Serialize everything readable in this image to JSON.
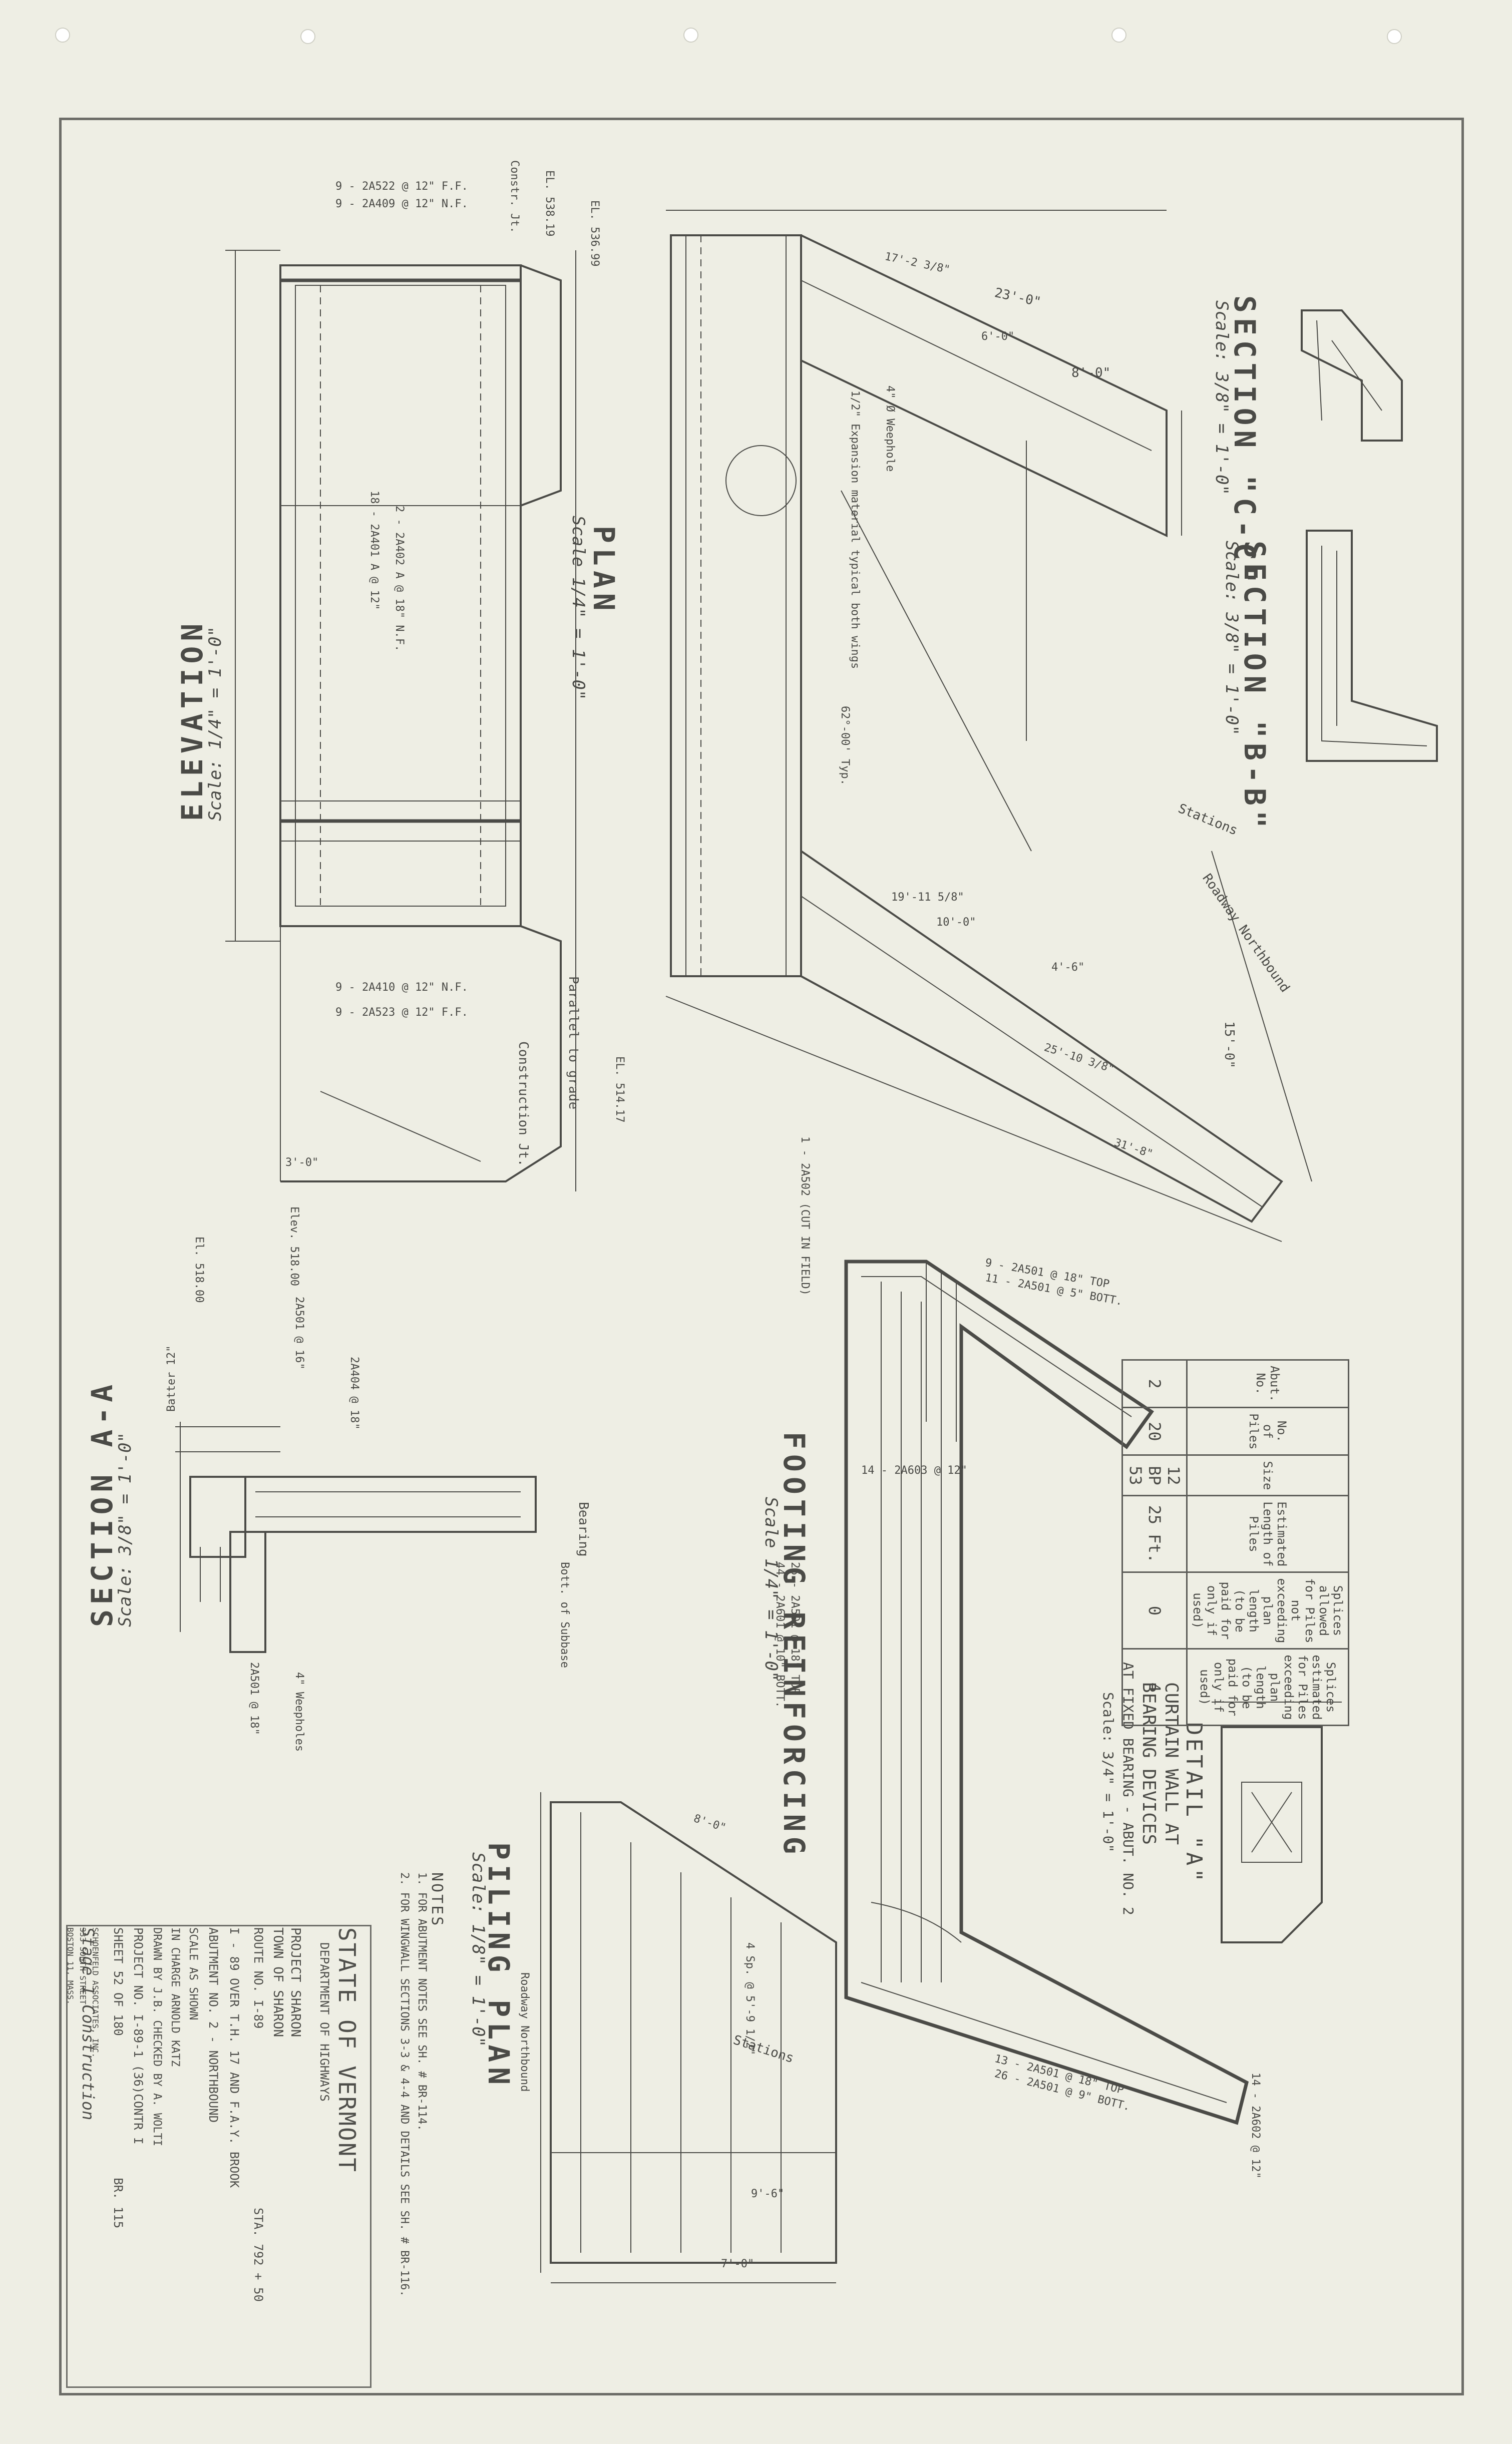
{
  "sheet": {
    "stamp": "Stage 1 Construction"
  },
  "title_block": {
    "state": "STATE OF VERMONT",
    "department": "DEPARTMENT OF HIGHWAYS",
    "project": "PROJECT  SHARON",
    "town": "TOWN OF  SHARON",
    "route": "ROUTE NO. I-89",
    "station": "STA.  792 + 50",
    "description": "I - 89  OVER  T.H. 17  AND  F.A.Y.  BROOK",
    "structure": "ABUTMENT NO. 2 - NORTHBOUND",
    "scale": "SCALE     AS SHOWN",
    "in_charge": "IN CHARGE     ARNOLD KATZ",
    "drawn": "DRAWN BY  J.B.    CHECKED BY  A. WOLTI",
    "project_no": "PROJECT NO.  I-89-1 (36)CONTR I",
    "sheet_no": "SHEET  52  OF  180",
    "br": "BR.  115",
    "consultant": [
      "SCHOENFELD ASSOCIATES, INC.",
      "333 SOUTH STREET",
      "BOSTON 11, MASS."
    ]
  },
  "views": {
    "elevation": {
      "title": "ELEVATION",
      "scale": "Scale: 1/4\" = 1'-0\""
    },
    "plan": {
      "title": "PLAN",
      "scale": "Scale 1/4\" = 1'-0\""
    },
    "section_aa": {
      "title": "SECTION A-A",
      "scale": "Scale: 3/8\" = 1'-0\""
    },
    "section_bb": {
      "title": "SECTION \"B-B\"",
      "scale": "Scale: 3/8\" = 1'-0\""
    },
    "section_cc": {
      "title": "SECTION \"C-C\"",
      "scale": "Scale: 3/8\" = 1'-0\""
    },
    "footing": {
      "title": "FOOTING REINFORCING",
      "scale": "Scale 1/4\" = 1'-0\""
    },
    "piling": {
      "title": "PILING PLAN",
      "scale": "Scale: 1/8\" = 1'-0\""
    },
    "detail_a": {
      "title": "DETAIL \"A\"",
      "lines": [
        "CURTAIN WALL AT",
        "BEARING DEVICES",
        "AT FIXED BEARING - ABUT. NO. 2"
      ],
      "scale": "Scale: 3/4\" = 1'-0\""
    }
  },
  "notes": {
    "heading": "NOTES",
    "items": [
      "1.  FOR ABUTMENT NOTES SEE SH. # BR-114.",
      "2.  FOR WINGWALL SECTIONS 3-3 & 4-4 AND DETAILS SEE SH. # BR-116."
    ]
  },
  "pile_table": {
    "headers": [
      "Abut. No.",
      "No. of Piles",
      "Size",
      "Estimated Length of Piles",
      "Splices allowed for Piles not exceeding plan length (to be paid for only if used)",
      "Splices estimated for Piles exceeding plan length (to be paid for only if used)"
    ],
    "row": [
      "2",
      "20",
      "12 BP 53",
      "25 Ft.",
      "0",
      "4"
    ]
  },
  "annotations": {
    "elevation": [
      "9 - 2A522 @ 12\" F.F.",
      "9 - 2A409 @ 12\" N.F.",
      "Constr. Jt.",
      "EL. 538.19",
      "EL. 536.99",
      "18 - 2A401 A @ 12\"",
      "2 - 2A402 A @ 18\" N.F.",
      "9 - 2A410 @ 12\" N.F.",
      "9 - 2A523 @ 12\" F.F.",
      "Construction Jt.",
      "EL. 514.17",
      "Elev. 518.00",
      "Parallel to grade",
      "3'-0\""
    ],
    "plan": [
      "23'-0\"",
      "17'-2 3/8\"",
      "6'-0\"",
      "8'-0\"",
      "19'-11 5/8\"",
      "10'-0\"",
      "4'-6\"",
      "15'-0\"",
      "25'-10 3/8\"",
      "31'-8\"",
      "4\" Ø Weephole",
      "1/2\" Expansion material typical both wings",
      "62°-00' Typ.",
      "Stations",
      "Roadway Northbound"
    ],
    "footing": [
      "1 - 2A502 (CUT IN FIELD)",
      "9 - 2A501 @ 18\" TOP",
      "11 - 2A501 @ 5\" BOTT.",
      "14 - 2A603 @ 12\"",
      "26 - 2A501 @ 18\" TOP",
      "44 - 2A601 @ 10\" BOTT.",
      "13 - 2A501 @ 18\" TOP",
      "26 - 2A501 @ 9\" BOTT.",
      "14 - 2A602 @ 12\""
    ],
    "piling": [
      "8'-0\"",
      "9'-6\"",
      "4 Sp. @ 5'-9 1/2\"",
      "7'-0\"",
      "Stations",
      "Roadway Northbound"
    ],
    "section_aa": [
      "Batter 12\"",
      "El. 518.00",
      "2A501 @ 16\"",
      "2A404 @ 18\"",
      "4\" Weepholes",
      "2A501 @ 18\"",
      "Bearing",
      "Bott. of Subbase"
    ]
  }
}
